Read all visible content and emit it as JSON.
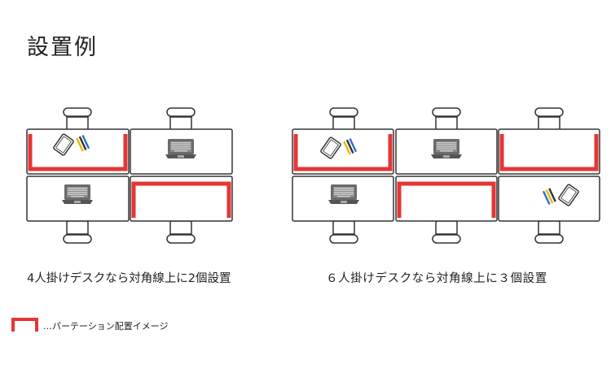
{
  "title": "設置例",
  "diagram_4": {
    "caption": "4人掛けデスクなら対角線上に2個設置"
  },
  "diagram_6": {
    "caption": "６人掛けデスクなら対角線上に３個設置"
  },
  "legend": {
    "label": "…パーテーション配置イメージ"
  },
  "colors": {
    "partition": "#e63535",
    "outline": "#333333",
    "laptop": "#6b6b6b"
  }
}
